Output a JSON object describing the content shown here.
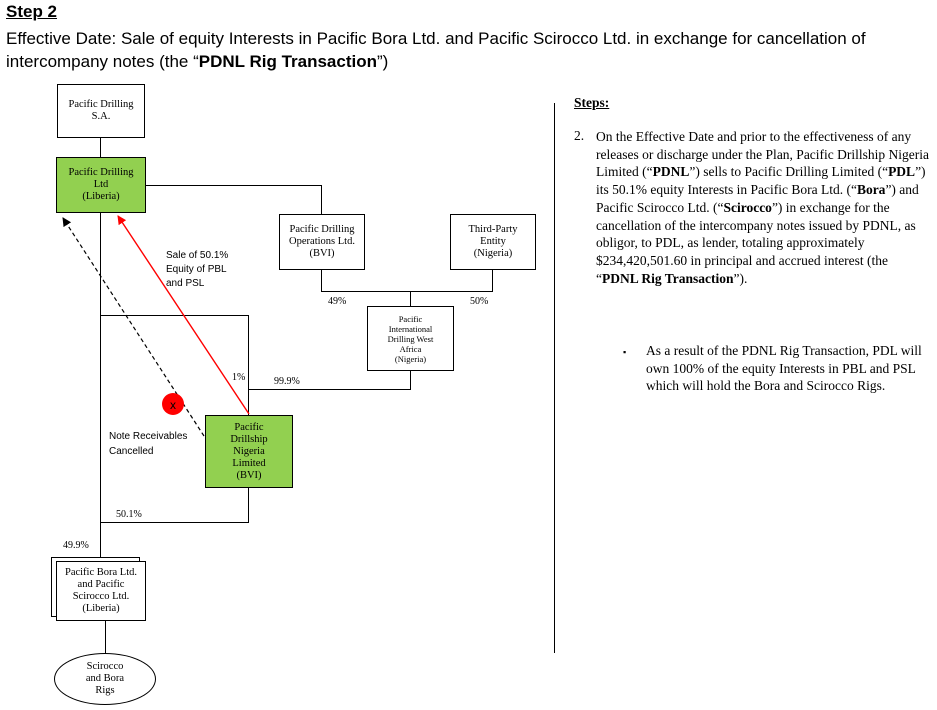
{
  "header": {
    "step_title": "Step 2",
    "subtitle_prefix": "Effective Date: Sale of equity Interests in Pacific Bora Ltd. and Pacific Scirocco Ltd. in exchange for cancellation of intercompany notes (the “",
    "subtitle_bold": "PDNL Rig Transaction",
    "subtitle_suffix": "”)"
  },
  "diagram": {
    "entities": {
      "pd_sa": [
        "Pacific Drilling",
        "S.A."
      ],
      "pdl": [
        "Pacific Drilling",
        "Ltd",
        "(Liberia)"
      ],
      "pdo": [
        "Pacific Drilling",
        "Operations Ltd.",
        "(BVI)"
      ],
      "third_party": [
        "Third-Party",
        "Entity",
        "(Nigeria)"
      ],
      "pidwa": [
        "Pacific",
        "International",
        "Drilling West",
        "Africa",
        "(Nigeria)"
      ],
      "pdnl": [
        "Pacific",
        "Drillship",
        "Nigeria",
        "Limited",
        "(BVI)"
      ],
      "bora_scirocco": [
        "Pacific Bora Ltd.",
        "and Pacific",
        "Scirocco Ltd.",
        "(Liberia)"
      ],
      "rigs": [
        "Scirocco",
        "and Bora",
        "Rigs"
      ]
    },
    "ownership_labels": {
      "pdo_pidwa": "49%",
      "third_party_pidwa": "50%",
      "pdl_pdnl": "1%",
      "pidwa_pdnl": "99.9%",
      "pdnl_bora": "50.1%",
      "pdl_bora": "49.9%"
    },
    "annotations": {
      "sale": [
        "Sale of 50.1%",
        "Equity of PBL",
        "and PSL"
      ],
      "notes": [
        "Note Receivables",
        "Cancelled"
      ],
      "cancel_mark": "x"
    },
    "colors": {
      "entity_highlight": "#92d050",
      "sale_arrow": "#ff0000",
      "cancel_marker": "#ff0000"
    }
  },
  "steps": {
    "heading": "Steps:",
    "item_number": "2.",
    "item_parts": [
      "On the Effective Date and prior to the effectiveness of any releases or discharge under the Plan, Pacific Drillship Nigeria Limited (“",
      "PDNL",
      "”) sells to Pacific Drilling Limited (“",
      "PDL",
      "”) its 50.1% equity Interests in Pacific Bora Ltd. (“",
      "Bora",
      "”) and Pacific Scirocco Ltd. (“",
      "Scirocco",
      "”) in exchange for the cancellation of the intercompany notes issued by PDNL, as obligor, to PDL, as lender, totaling approximately $234,420,501.60 in principal and accrued interest (the “",
      "PDNL Rig Transaction",
      "”)."
    ],
    "bullet_marker": "▪",
    "bullet_text": "As a result of the PDNL Rig Transaction, PDL will own 100% of the equity Interests in PBL and PSL which will hold the Bora and Scirocco Rigs."
  }
}
